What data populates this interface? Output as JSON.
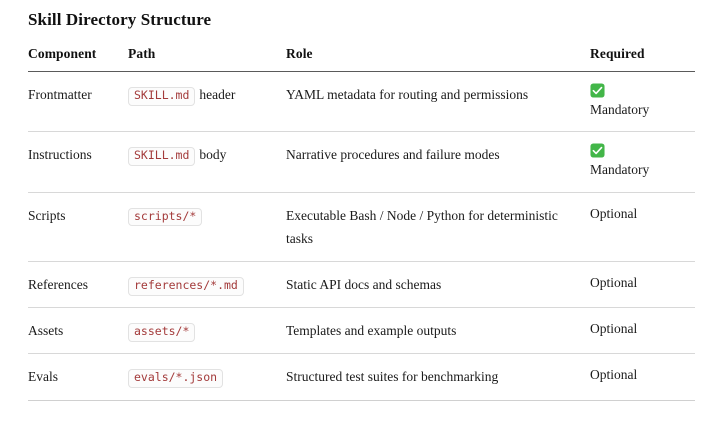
{
  "page": {
    "title": "Skill Directory Structure"
  },
  "colors": {
    "code_text": "#a33a3a",
    "code_bg": "#fcfcfc",
    "code_border": "#e2e2e2",
    "check_green": "#43b649",
    "header_rule": "#5a5a5a",
    "row_rule": "#d8d8d8",
    "text": "#1a1a1a"
  },
  "table": {
    "columns": [
      {
        "key": "component",
        "label": "Component"
      },
      {
        "key": "path",
        "label": "Path"
      },
      {
        "key": "role",
        "label": "Role"
      },
      {
        "key": "required",
        "label": "Required"
      }
    ],
    "rows": [
      {
        "component": "Frontmatter",
        "path_code": "SKILL.md",
        "path_suffix": "header",
        "role": "YAML metadata for routing and permissions",
        "required_icon": "white-heavy-check-mark-icon",
        "required": "Mandatory"
      },
      {
        "component": "Instructions",
        "path_code": "SKILL.md",
        "path_suffix": "body",
        "role": "Narrative procedures and failure modes",
        "required_icon": "white-heavy-check-mark-icon",
        "required": "Mandatory"
      },
      {
        "component": "Scripts",
        "path_code": "scripts/*",
        "path_suffix": "",
        "role": "Executable Bash / Node / Python for deterministic tasks",
        "required_icon": "",
        "required": "Optional"
      },
      {
        "component": "References",
        "path_code": "references/*.md",
        "path_suffix": "",
        "role": "Static API docs and schemas",
        "required_icon": "",
        "required": "Optional"
      },
      {
        "component": "Assets",
        "path_code": "assets/*",
        "path_suffix": "",
        "role": "Templates and example outputs",
        "required_icon": "",
        "required": "Optional"
      },
      {
        "component": "Evals",
        "path_code": "evals/*.json",
        "path_suffix": "",
        "role": "Structured test suites for benchmarking",
        "required_icon": "",
        "required": "Optional"
      }
    ]
  }
}
